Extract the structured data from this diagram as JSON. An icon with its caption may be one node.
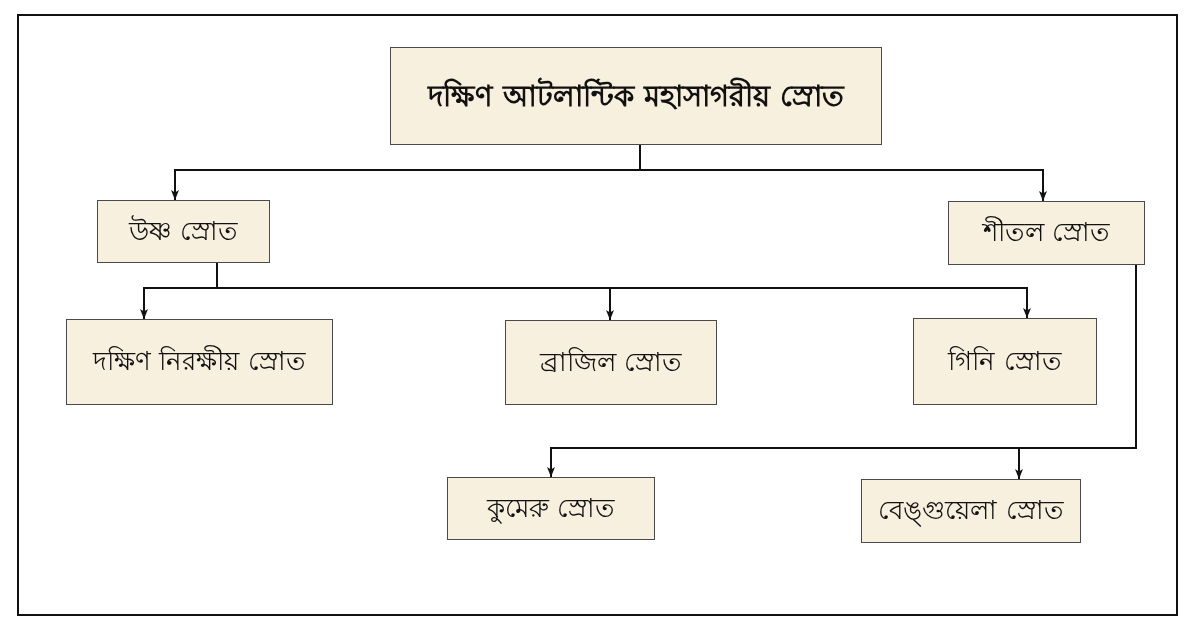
{
  "diagram": {
    "nodes": [
      {
        "text": [
          "দক্ষিণ আটলান্টিক মহাসাগরীয় স্রোত"
        ]
      },
      {
        "text": [
          "উষ্ণ স্রোত"
        ]
      },
      {
        "text": [
          "শীতল স্রোত"
        ]
      },
      {
        "text": [
          "দক্ষিণ নিরক্ষীয় স্রোত"
        ]
      },
      {
        "text": [
          "ব্রাজিল স্রোত"
        ]
      },
      {
        "text": [
          "গিনি স্রোত"
        ]
      },
      {
        "text": [
          "কুমেরু স্রোত"
        ]
      },
      {
        "text": [
          "বেঙ্গুয়েলা স্রোত"
        ]
      }
    ],
    "edges": [
      {
        "from": 0,
        "to": 1,
        "arrow": "to"
      },
      {
        "from": 0,
        "to": 2,
        "arrow": "to"
      },
      {
        "from": 1,
        "to": 3,
        "arrow": "to"
      },
      {
        "from": 1,
        "to": 4,
        "arrow": "to"
      },
      {
        "from": 1,
        "to": 5,
        "arrow": "to"
      },
      {
        "from": 2,
        "to": 6,
        "arrow": "to"
      },
      {
        "from": 2,
        "to": 7,
        "arrow": "to"
      }
    ]
  }
}
